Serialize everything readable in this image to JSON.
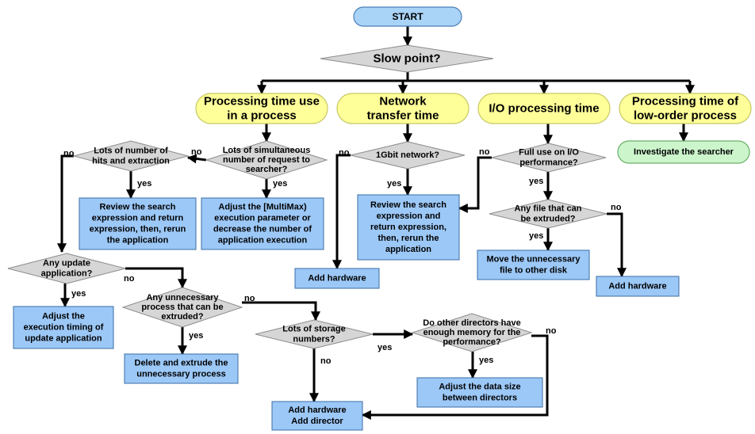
{
  "start": "START",
  "slow_point": "Slow point?",
  "categories": {
    "process": [
      "Processing time use",
      "in a process"
    ],
    "network": [
      "Network",
      "transfer time"
    ],
    "io": [
      "I/O processing time"
    ],
    "low_order": [
      "Processing time of",
      "low-order process"
    ]
  },
  "process_branch": {
    "lots_hits": [
      "Lots of number of",
      "hits and extraction"
    ],
    "simultaneous": [
      "Lots of simultaneous",
      "number of request to",
      "searcher?"
    ],
    "review_search": [
      "Review the search",
      "expression and return",
      "expression, then, rerun",
      "the application"
    ],
    "adjust_multimax": [
      "Adjust the [MultiMax)",
      "execution parameter or",
      "decrease the number of",
      "application execution"
    ],
    "any_update": [
      "Any update",
      "application?"
    ],
    "adjust_timing": [
      "Adjust the",
      "execution timing of",
      "update application"
    ],
    "any_unnecessary": [
      "Any unnecessary",
      "process that can be",
      "extruded?"
    ],
    "delete_extrude": [
      "Delete and extrude the",
      "unnecessary process"
    ],
    "lots_storage": [
      "Lots of storage",
      "numbers?"
    ],
    "add_hw_director": [
      "Add hardware",
      "Add director"
    ],
    "other_directors": [
      "Do other directors have",
      "enough memory for the",
      "performance?"
    ],
    "adjust_data_size": [
      "Adjust the data size",
      "between directors"
    ]
  },
  "network_branch": {
    "gbit": [
      "1Gbit network?"
    ],
    "review_search": [
      "Review the search",
      "expression and",
      "return expression,",
      "then, rerun the",
      "application"
    ],
    "add_hardware": [
      "Add hardware"
    ]
  },
  "io_branch": {
    "full_use": [
      "Full use on I/O",
      "performance?"
    ],
    "any_file": [
      "Any file that can",
      "be extruded?"
    ],
    "move_file": [
      "Move the unnecessary",
      "file to other disk"
    ],
    "add_hardware": [
      "Add hardware"
    ]
  },
  "low_order_branch": {
    "investigate": [
      "Investigate the searcher"
    ]
  },
  "edge_labels": {
    "yes": "yes",
    "no": "no"
  },
  "colors": {
    "terminal_fill": "#a9d3f7",
    "terminal_stroke": "#4a7fb5",
    "decision_fill": "#d6d6d6",
    "decision_stroke": "#8c8c8c",
    "category_fill": "#ffff99",
    "category_stroke": "#c8c864",
    "action_fill": "#9cc8f7",
    "action_stroke": "#3a6ea5",
    "green_fill": "#ccf5cc",
    "green_stroke": "#6ab06a",
    "line": "#000000"
  }
}
